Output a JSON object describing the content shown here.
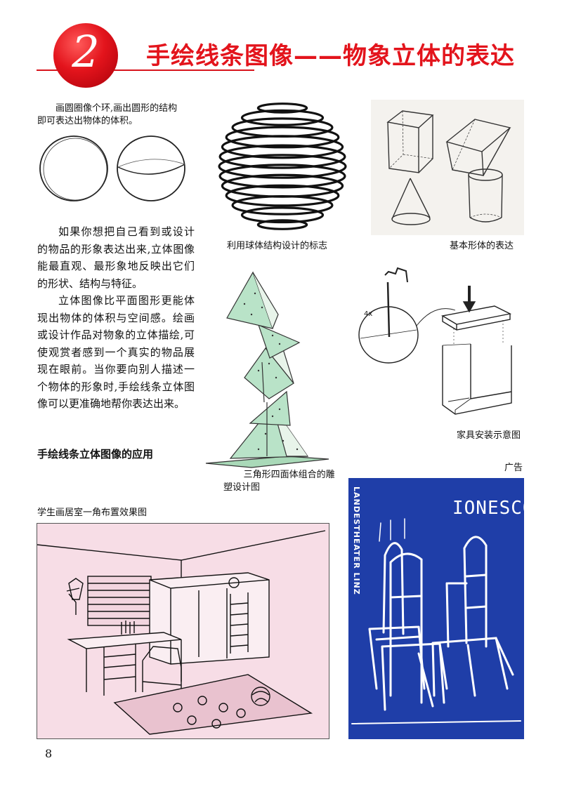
{
  "header": {
    "chapter_number": "2",
    "title": "手绘线条图像——物象立体的表达"
  },
  "captions": {
    "circle_intro": "画圆圈像个环,画出圆形的结构即可表达出物体的体积。",
    "sphere_logo": "利用球体结构设计的标志",
    "basic_shapes": "基本形体的表达",
    "sculpture": "三角形四面体组合的雕塑设计图",
    "furniture": "家具安装示意图",
    "poster_label": "广告",
    "room": "学生画居室一角布置效果图"
  },
  "body": {
    "paragraphs": [
      "如果你想把自己看到或设计的物品的形象表达出来,立体图像能最直观、最形象地反映出它们的形状、结构与特征。",
      "立体图像比平面图形更能体现出物体的体积与空间感。绘画或设计作品对物象的立体描绘,可使观赏者感到一个真实的物品展现在眼前。当你要向别人描述一个物体的形象时,手绘线条立体图像可以更准确地帮你表达出来。"
    ]
  },
  "subheading": "手绘线条立体图像的应用",
  "furniture_label": "4x",
  "poster": {
    "theater": "LANDESTHEATER LINZ",
    "name": "IONESCO"
  },
  "page_number": "8",
  "colors": {
    "accent_red": "#e3141c",
    "poster_blue": "#1f3ea8",
    "room_pink": "#f7dde6",
    "sculpture_green": "#b9e3c8"
  }
}
